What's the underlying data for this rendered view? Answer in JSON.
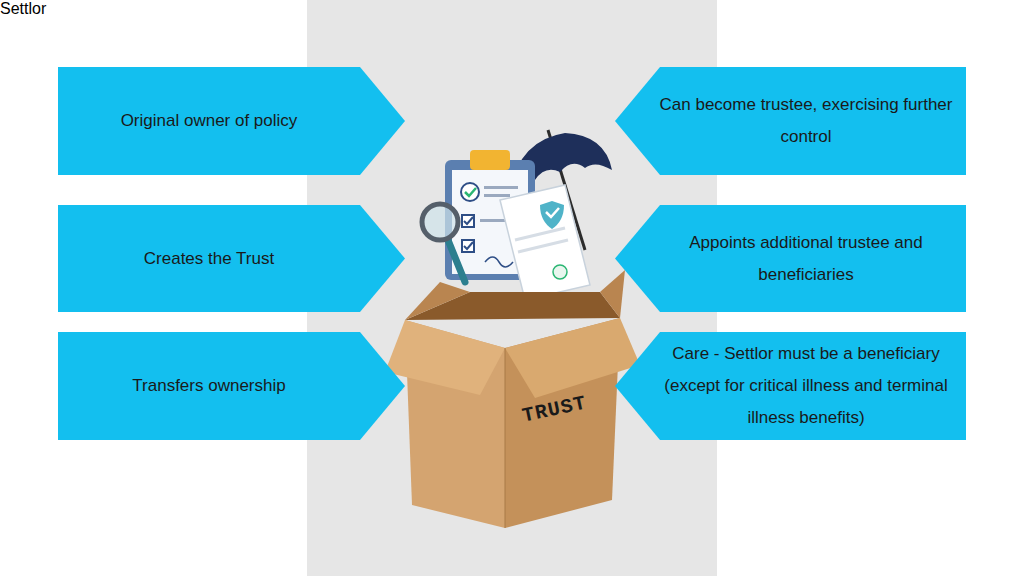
{
  "diagram": {
    "title": "Settlor",
    "nodes": [
      {
        "text": [
          "Original owner of policy"
        ]
      },
      {
        "text": [
          "Can become trustee, exercising further control"
        ]
      },
      {
        "text": [
          "Creates the Trust"
        ]
      },
      {
        "text": [
          "Appoints additional trustee and beneficiaries"
        ]
      },
      {
        "text": [
          "Transfers ownership"
        ]
      },
      {
        "text": [
          "Care - Settlor must be a beneficiary (except for critical illness and terminal illness benefits)"
        ]
      }
    ],
    "labels": [
      "TRUST"
    ]
  }
}
